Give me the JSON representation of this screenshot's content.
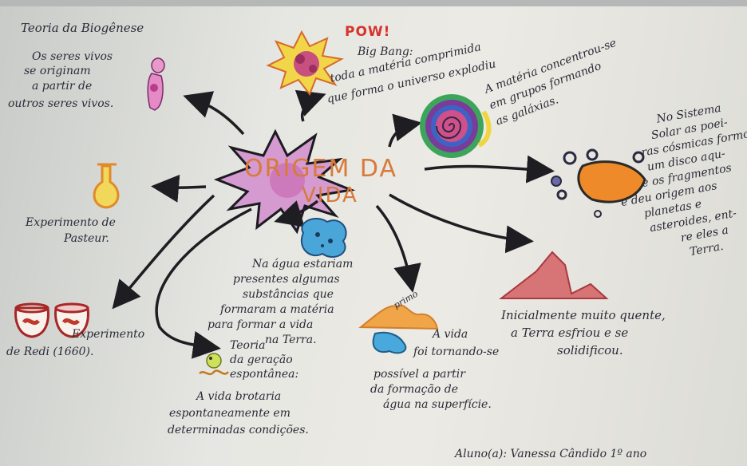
{
  "central": {
    "line1": "ORIGEM DA",
    "line2": "VIDA"
  },
  "biogenese": {
    "title": "Teoria da Biogênese",
    "text": [
      "Os seres vivos",
      "se originam",
      "a partir de",
      "outros seres vivos."
    ]
  },
  "bigbang": {
    "pow": "POW!",
    "title": "Big Bang:",
    "text": [
      "toda a matéria comprimida",
      "que forma o universo explodiu"
    ]
  },
  "galaxias": {
    "text": [
      "A matéria concentrou-se",
      "em grupos formando",
      "as galáxias."
    ]
  },
  "sistema_solar": {
    "text": [
      "No Sistema",
      "Solar as poei-",
      "ras cósmicas formou",
      "um disco aqu-",
      "e os fragmentos",
      "e deu origem aos",
      "planetas e",
      "asteroides, ent-",
      "re eles a",
      "Terra."
    ]
  },
  "pasteur": {
    "text": [
      "Experimento de",
      "Pasteur."
    ]
  },
  "redi": {
    "text": [
      "Experimento",
      "de Redi (1660)."
    ]
  },
  "agua": {
    "text": [
      "Na água estariam",
      "presentes algumas",
      "substâncias que",
      "formaram a matéria",
      "para formar a vida",
      "na Terra."
    ]
  },
  "vida_agua": {
    "text": [
      "A vida",
      "foi tornando-se",
      "possível a partir",
      "da formação de",
      "água na superfície."
    ],
    "tag": "primo"
  },
  "terra": {
    "text": [
      "Inicialmente muito quente,",
      "a Terra esfriou e se",
      "solidificou."
    ]
  },
  "abiogenese": {
    "title": [
      "Teoria",
      "da geração",
      "espontânea:"
    ],
    "text": [
      "A vida brotaria",
      "espontaneamente em",
      "determinadas condições."
    ]
  },
  "aluno": {
    "text": "Aluno(a): Vanessa Cândido   1º ano"
  }
}
